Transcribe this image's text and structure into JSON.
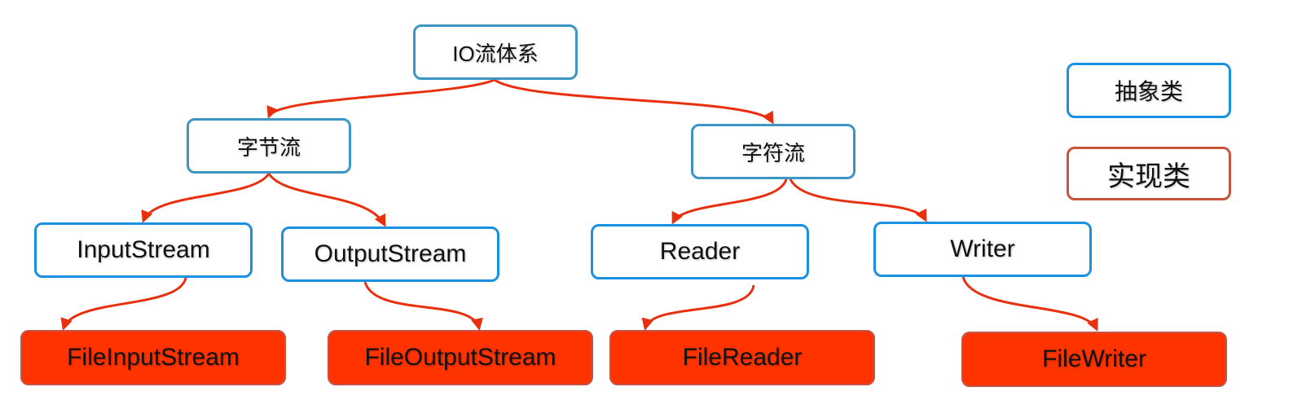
{
  "diagram": {
    "title": "IO流体系",
    "nodes": [
      {
        "id": "root",
        "label": "IO流体系",
        "kind": "category"
      },
      {
        "id": "byte",
        "label": "字节流",
        "kind": "category"
      },
      {
        "id": "char",
        "label": "字符流",
        "kind": "category"
      },
      {
        "id": "inputstream",
        "label": "InputStream",
        "kind": "abstract"
      },
      {
        "id": "outputstream",
        "label": "OutputStream",
        "kind": "abstract"
      },
      {
        "id": "reader",
        "label": "Reader",
        "kind": "abstract"
      },
      {
        "id": "writer",
        "label": "Writer",
        "kind": "abstract"
      },
      {
        "id": "fileinputstream",
        "label": "FileInputStream",
        "kind": "implementation"
      },
      {
        "id": "fileoutputstream",
        "label": "FileOutputStream",
        "kind": "implementation"
      },
      {
        "id": "filereader",
        "label": "FileReader",
        "kind": "implementation"
      },
      {
        "id": "filewriter",
        "label": "FileWriter",
        "kind": "implementation"
      }
    ],
    "edges": [
      {
        "from": "root",
        "to": "byte"
      },
      {
        "from": "root",
        "to": "char"
      },
      {
        "from": "byte",
        "to": "inputstream"
      },
      {
        "from": "byte",
        "to": "outputstream"
      },
      {
        "from": "char",
        "to": "reader"
      },
      {
        "from": "char",
        "to": "writer"
      },
      {
        "from": "inputstream",
        "to": "fileinputstream"
      },
      {
        "from": "outputstream",
        "to": "fileoutputstream"
      },
      {
        "from": "reader",
        "to": "filereader"
      },
      {
        "from": "writer",
        "to": "filewriter"
      }
    ]
  },
  "legend": {
    "abstract_label": "抽象类",
    "implementation_label": "实现类"
  },
  "colors": {
    "edge": "#e8300f",
    "abstract_border": "#1a90e0",
    "category_border": "#3d95c4",
    "implementation_fill": "#ff3300",
    "implementation_border": "#c4544a"
  }
}
